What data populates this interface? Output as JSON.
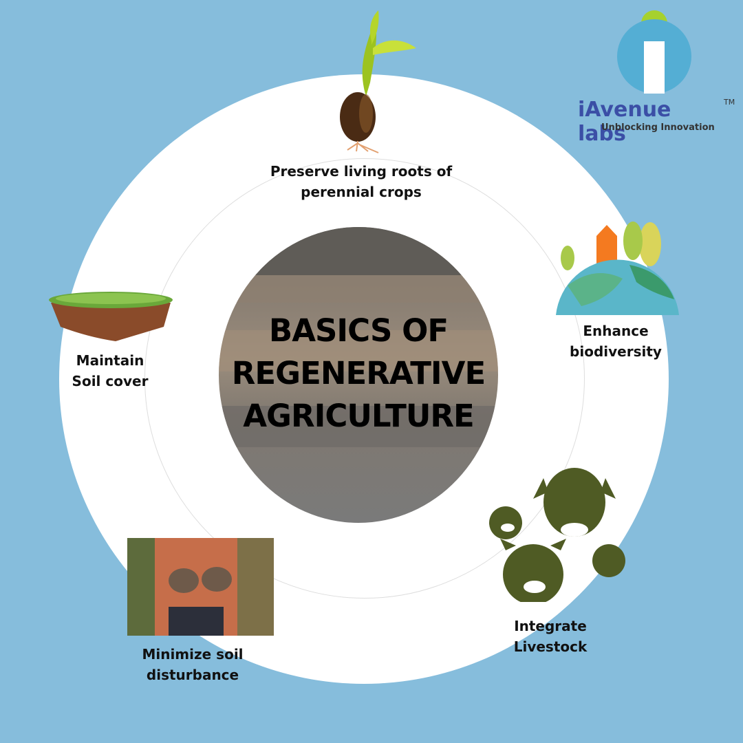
{
  "title": {
    "line1": "BASICS OF",
    "line2": "REGENERATIVE",
    "line3": "AGRICULTURE"
  },
  "principles": [
    {
      "line1": "Preserve living roots of",
      "line2": "perennial crops",
      "icon": "seedling-icon"
    },
    {
      "line1": "Enhance",
      "line2": "biodiversity",
      "icon": "globe-trees-icon"
    },
    {
      "line1": "Integrate",
      "line2": "Livestock",
      "icon": "livestock-icon"
    },
    {
      "line1": "Minimize soil",
      "line2": "disturbance",
      "icon": "soil-hands-photo"
    },
    {
      "line1": "Maintain",
      "line2": "Soil cover",
      "icon": "grass-soil-icon"
    }
  ],
  "logo": {
    "brand": "iAvenue labs",
    "trademark": "TM",
    "tagline": "Unblocking Innovation"
  },
  "colors": {
    "background": "#86bddc",
    "brand": "#3b4fa6",
    "livestock": "#4f5b24"
  }
}
